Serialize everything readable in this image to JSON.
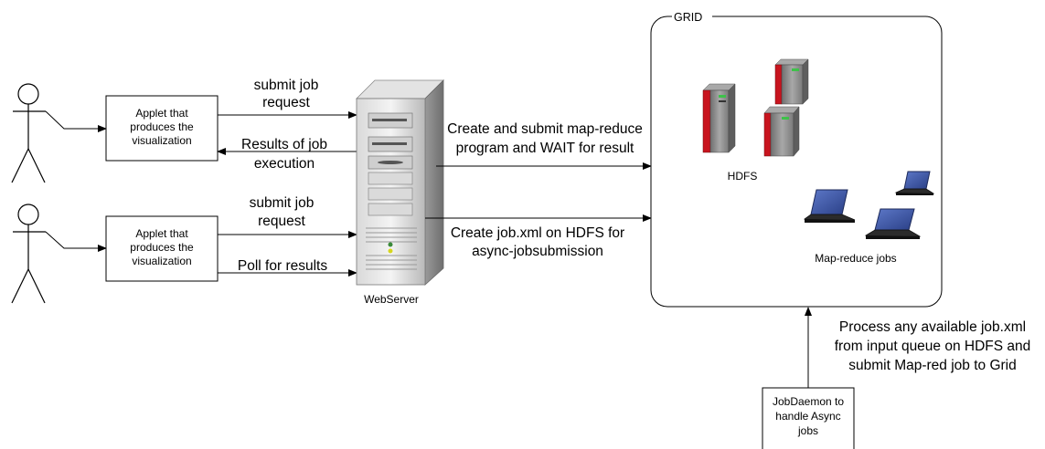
{
  "actors": [
    {
      "box_lines": [
        "Applet that",
        "produces the",
        "visualization"
      ]
    },
    {
      "box_lines": [
        "Applet that",
        "produces the",
        "visualization"
      ]
    }
  ],
  "edges": {
    "submit_request_1": [
      "submit job",
      "request"
    ],
    "results": [
      "Results of job",
      "execution"
    ],
    "submit_request_2": [
      "submit job",
      "request"
    ],
    "poll": [
      "Poll for results"
    ],
    "map_reduce": [
      "Create and submit map-reduce",
      "program and WAIT for result"
    ],
    "create_job_xml": [
      "Create job.xml on HDFS for",
      "async-jobsubmission"
    ],
    "daemon_process": [
      "Process any available job.xml",
      "from input queue on HDFS and",
      "submit Map-red job to Grid"
    ]
  },
  "webserver": {
    "label": "WebServer"
  },
  "grid": {
    "title": "GRID",
    "hdfs_label": "HDFS",
    "jobs_label": "Map-reduce jobs"
  },
  "daemon": {
    "box_lines": [
      "JobDaemon to",
      "handle Async",
      "jobs"
    ]
  },
  "colors": {
    "server_red": "#c8141e",
    "server_grey": "#8c8c8c",
    "laptop_screen": "#3c56a8",
    "line": "#000000"
  }
}
